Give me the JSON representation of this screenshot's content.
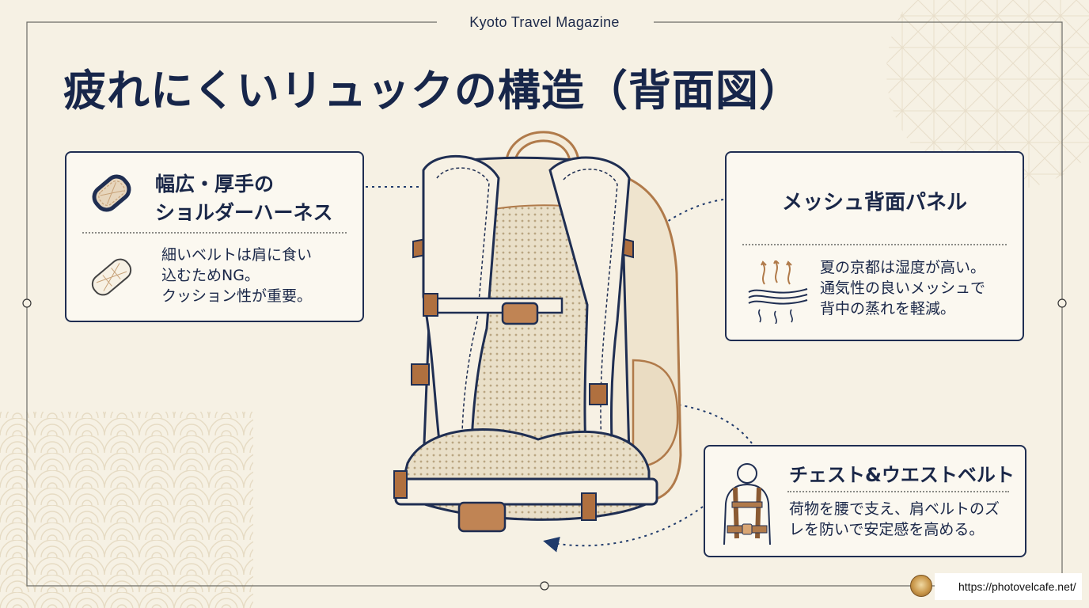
{
  "header": {
    "magazine": "Kyoto Travel Magazine",
    "title": "疲れにくいリュックの構造（背面図）"
  },
  "cards": {
    "harness": {
      "head_line1": "幅広・厚手の",
      "head_line2": "ショルダーハーネス",
      "body_line1": "細いベルトは肩に食い",
      "body_line2": "込むためNG。",
      "body_line3": "クッション性が重要。",
      "icons": [
        "thick-strap-pad-icon",
        "thin-strap-pad-icon"
      ]
    },
    "mesh": {
      "head": "メッシュ背面パネル",
      "body_line1": "夏の京都は湿度が高い。",
      "body_line2": "通気性の良いメッシュで",
      "body_line3": "背中の蒸れを軽減。",
      "icon": "ventilation-mesh-icon"
    },
    "belt": {
      "head": "チェスト&ウエストベルト",
      "body_line1": "荷物を腰で支え、肩ベルトのズ",
      "body_line2": "レを防いで安定感を高める。",
      "icon": "person-wearing-belts-icon"
    }
  },
  "footer": {
    "url": "https://photovelcafe.net/"
  },
  "colors": {
    "background": "#f6f1e4",
    "navy": "#1d2a4a",
    "brown": "#b07a4a",
    "mesh": "#e8dcc3"
  }
}
